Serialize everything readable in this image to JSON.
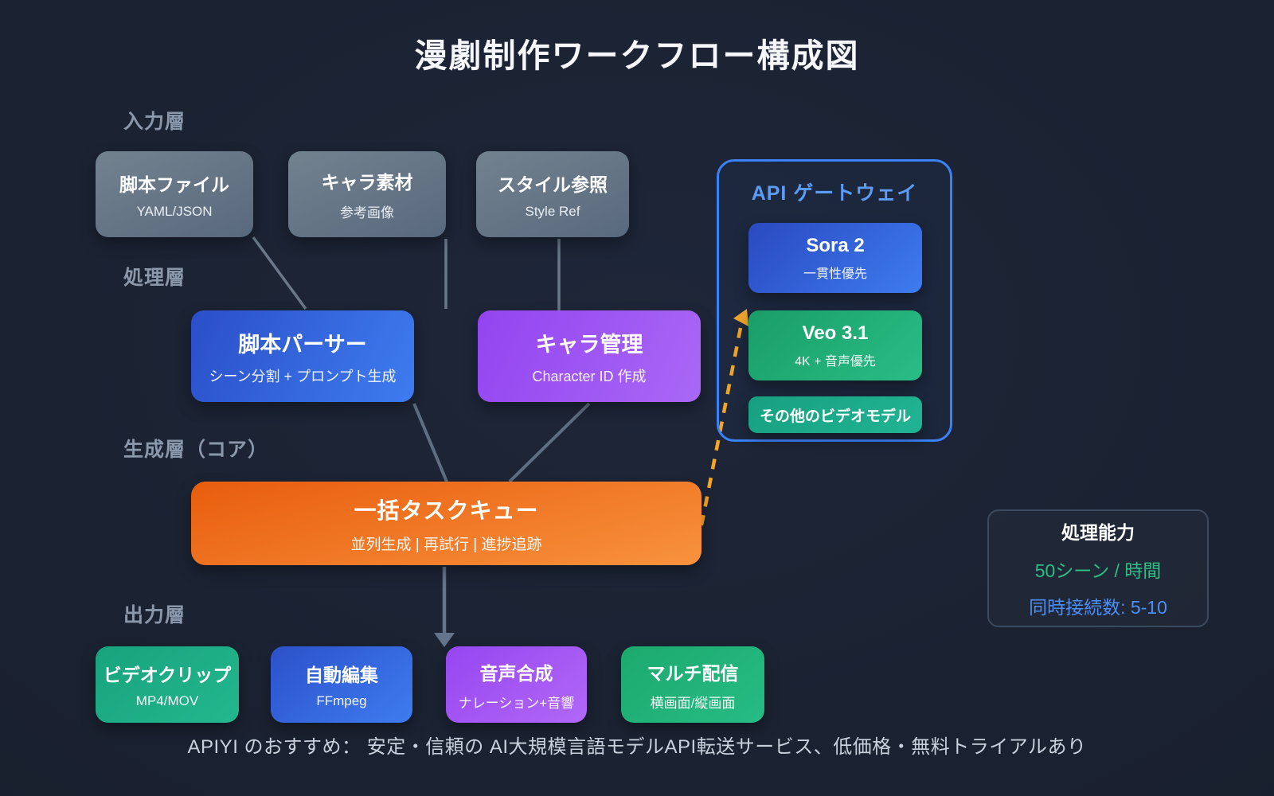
{
  "title": "漫劇制作ワークフロー構成図",
  "layers": {
    "input": {
      "label": "入力層",
      "boxes": [
        {
          "title": "脚本ファイル",
          "subtitle": "YAML/JSON"
        },
        {
          "title": "キャラ素材",
          "subtitle": "参考画像"
        },
        {
          "title": "スタイル参照",
          "subtitle": "Style Ref"
        }
      ]
    },
    "processing": {
      "label": "処理層",
      "boxes": [
        {
          "title": "脚本パーサー",
          "subtitle": "シーン分割 + プロンプト生成"
        },
        {
          "title": "キャラ管理",
          "subtitle": "Character ID 作成"
        }
      ]
    },
    "generation": {
      "label": "生成層（コア）",
      "queue": {
        "title": "一括タスクキュー",
        "subtitle": "並列生成 | 再試行 | 進捗追跡"
      }
    },
    "output": {
      "label": "出力層",
      "boxes": [
        {
          "title": "ビデオクリップ",
          "subtitle": "MP4/MOV"
        },
        {
          "title": "自動編集",
          "subtitle": "FFmpeg"
        },
        {
          "title": "音声合成",
          "subtitle": "ナレーション+音響"
        },
        {
          "title": "マルチ配信",
          "subtitle": "横画面/縦画面"
        }
      ]
    }
  },
  "api_gateway": {
    "title": "API ゲートウェイ",
    "models": [
      {
        "name": "Sora 2",
        "subtitle": "一貫性優先"
      },
      {
        "name": "Veo 3.1",
        "subtitle": "4K + 音声優先"
      },
      {
        "name": "その他のビデオモデル"
      }
    ]
  },
  "capacity": {
    "title": "処理能力",
    "throughput": "50シーン / 時間",
    "concurrency": "同時接続数: 5-10"
  },
  "footer": "APIYI のおすすめ： 安定・信頼の AI大規模言語モデルAPI転送サービス、低価格・無料トライアルあり",
  "colors": {
    "gateway_border": "#3b82f6",
    "dash_orange": "#f5a623",
    "capacity_green": "#2ebd85",
    "capacity_blue": "#4d8ef7",
    "connector_gray": "#6b7889"
  }
}
